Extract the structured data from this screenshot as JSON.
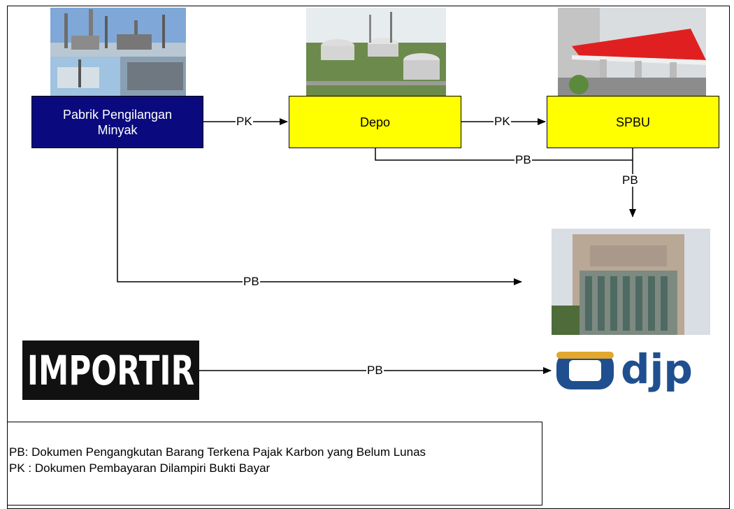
{
  "nodes": {
    "refinery": "Pabrik Pengilangan Minyak",
    "depo": "Depo",
    "spbu": "SPBU",
    "importir": "IMPORTIR",
    "djp_logo": "djp"
  },
  "edges": {
    "refinery_to_depo": "PK",
    "depo_to_spbu": "PK",
    "depo_to_djp": "PB",
    "spbu_to_djp": "PB",
    "refinery_to_djp": "PB",
    "importir_to_djp": "PB"
  },
  "legend": {
    "pb": "PB: Dokumen Pengangkutan Barang Terkena Pajak Karbon yang Belum Lunas",
    "pk": "PK : Dokumen Pembayaran Dilampiri Bukti Bayar"
  },
  "colors": {
    "refinery_fill": "#0a0a7e",
    "station_fill": "#ffff00",
    "importir_fill": "#111111",
    "djp_blue": "#1f4f8f",
    "djp_gold": "#e2a72e"
  }
}
